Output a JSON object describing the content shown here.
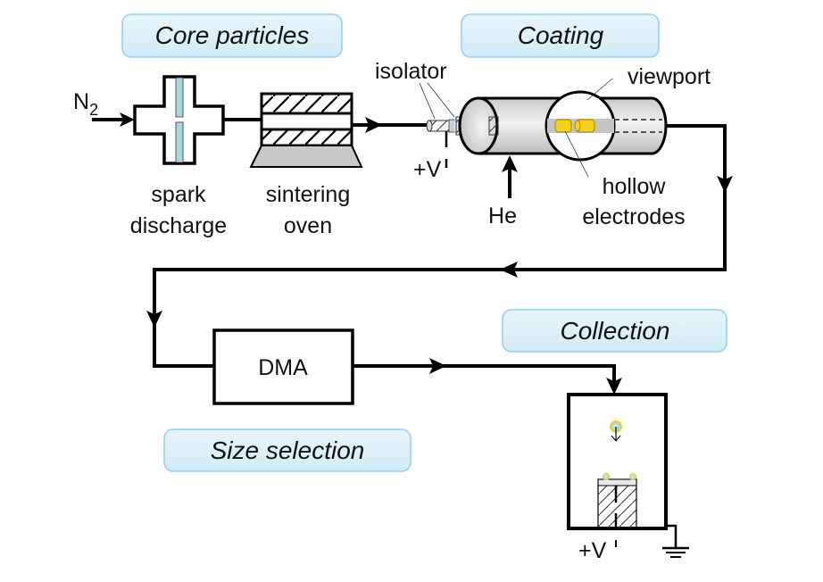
{
  "stages": {
    "core_particles": "Core particles",
    "coating": "Coating",
    "size_selection": "Size selection",
    "collection": "Collection"
  },
  "components": {
    "gas_in": "N",
    "gas_in_sub": "2",
    "spark_line1": "spark",
    "spark_line2": "discharge",
    "oven_line1": "sintering",
    "oven_line2": "oven",
    "isolator": "isolator",
    "viewport": "viewport",
    "voltage_coating": "+V",
    "helium": "He",
    "electrodes_line1": "hollow",
    "electrodes_line2": "electrodes",
    "dma": "DMA",
    "voltage_collection": "+V"
  },
  "colors": {
    "stage_box_fill": "#dff0f7",
    "stage_box_border": "#8fcff0",
    "electrode": "#f5d21a",
    "particle": "#9fd0df",
    "oven_base": "#c8c8c8",
    "line": "#000000"
  }
}
